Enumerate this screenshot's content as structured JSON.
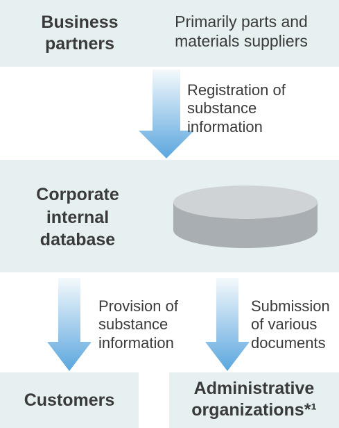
{
  "colors": {
    "box_bg": "#e6f0f0",
    "arrow_top": "#f4f9fc",
    "arrow_bottom": "#5ba6de",
    "database_fill": "#a9aeb3",
    "database_top": "#d0d3d6"
  },
  "top": {
    "title": "Business\npartners",
    "subtitle": "Primarily parts and\nmaterials suppliers"
  },
  "arrow_registration": {
    "label": "Registration of\nsubstance\ninformation"
  },
  "middle": {
    "title": "Corporate\ninternal\ndatabase",
    "icon": "database-cylinder-icon"
  },
  "arrow_provision": {
    "label": "Provision of\nsubstance\ninformation"
  },
  "arrow_submission": {
    "label": "Submission\nof various\ndocuments"
  },
  "bottom_left": {
    "title": "Customers"
  },
  "bottom_right": {
    "title": "Administrative\norganizations*¹"
  }
}
